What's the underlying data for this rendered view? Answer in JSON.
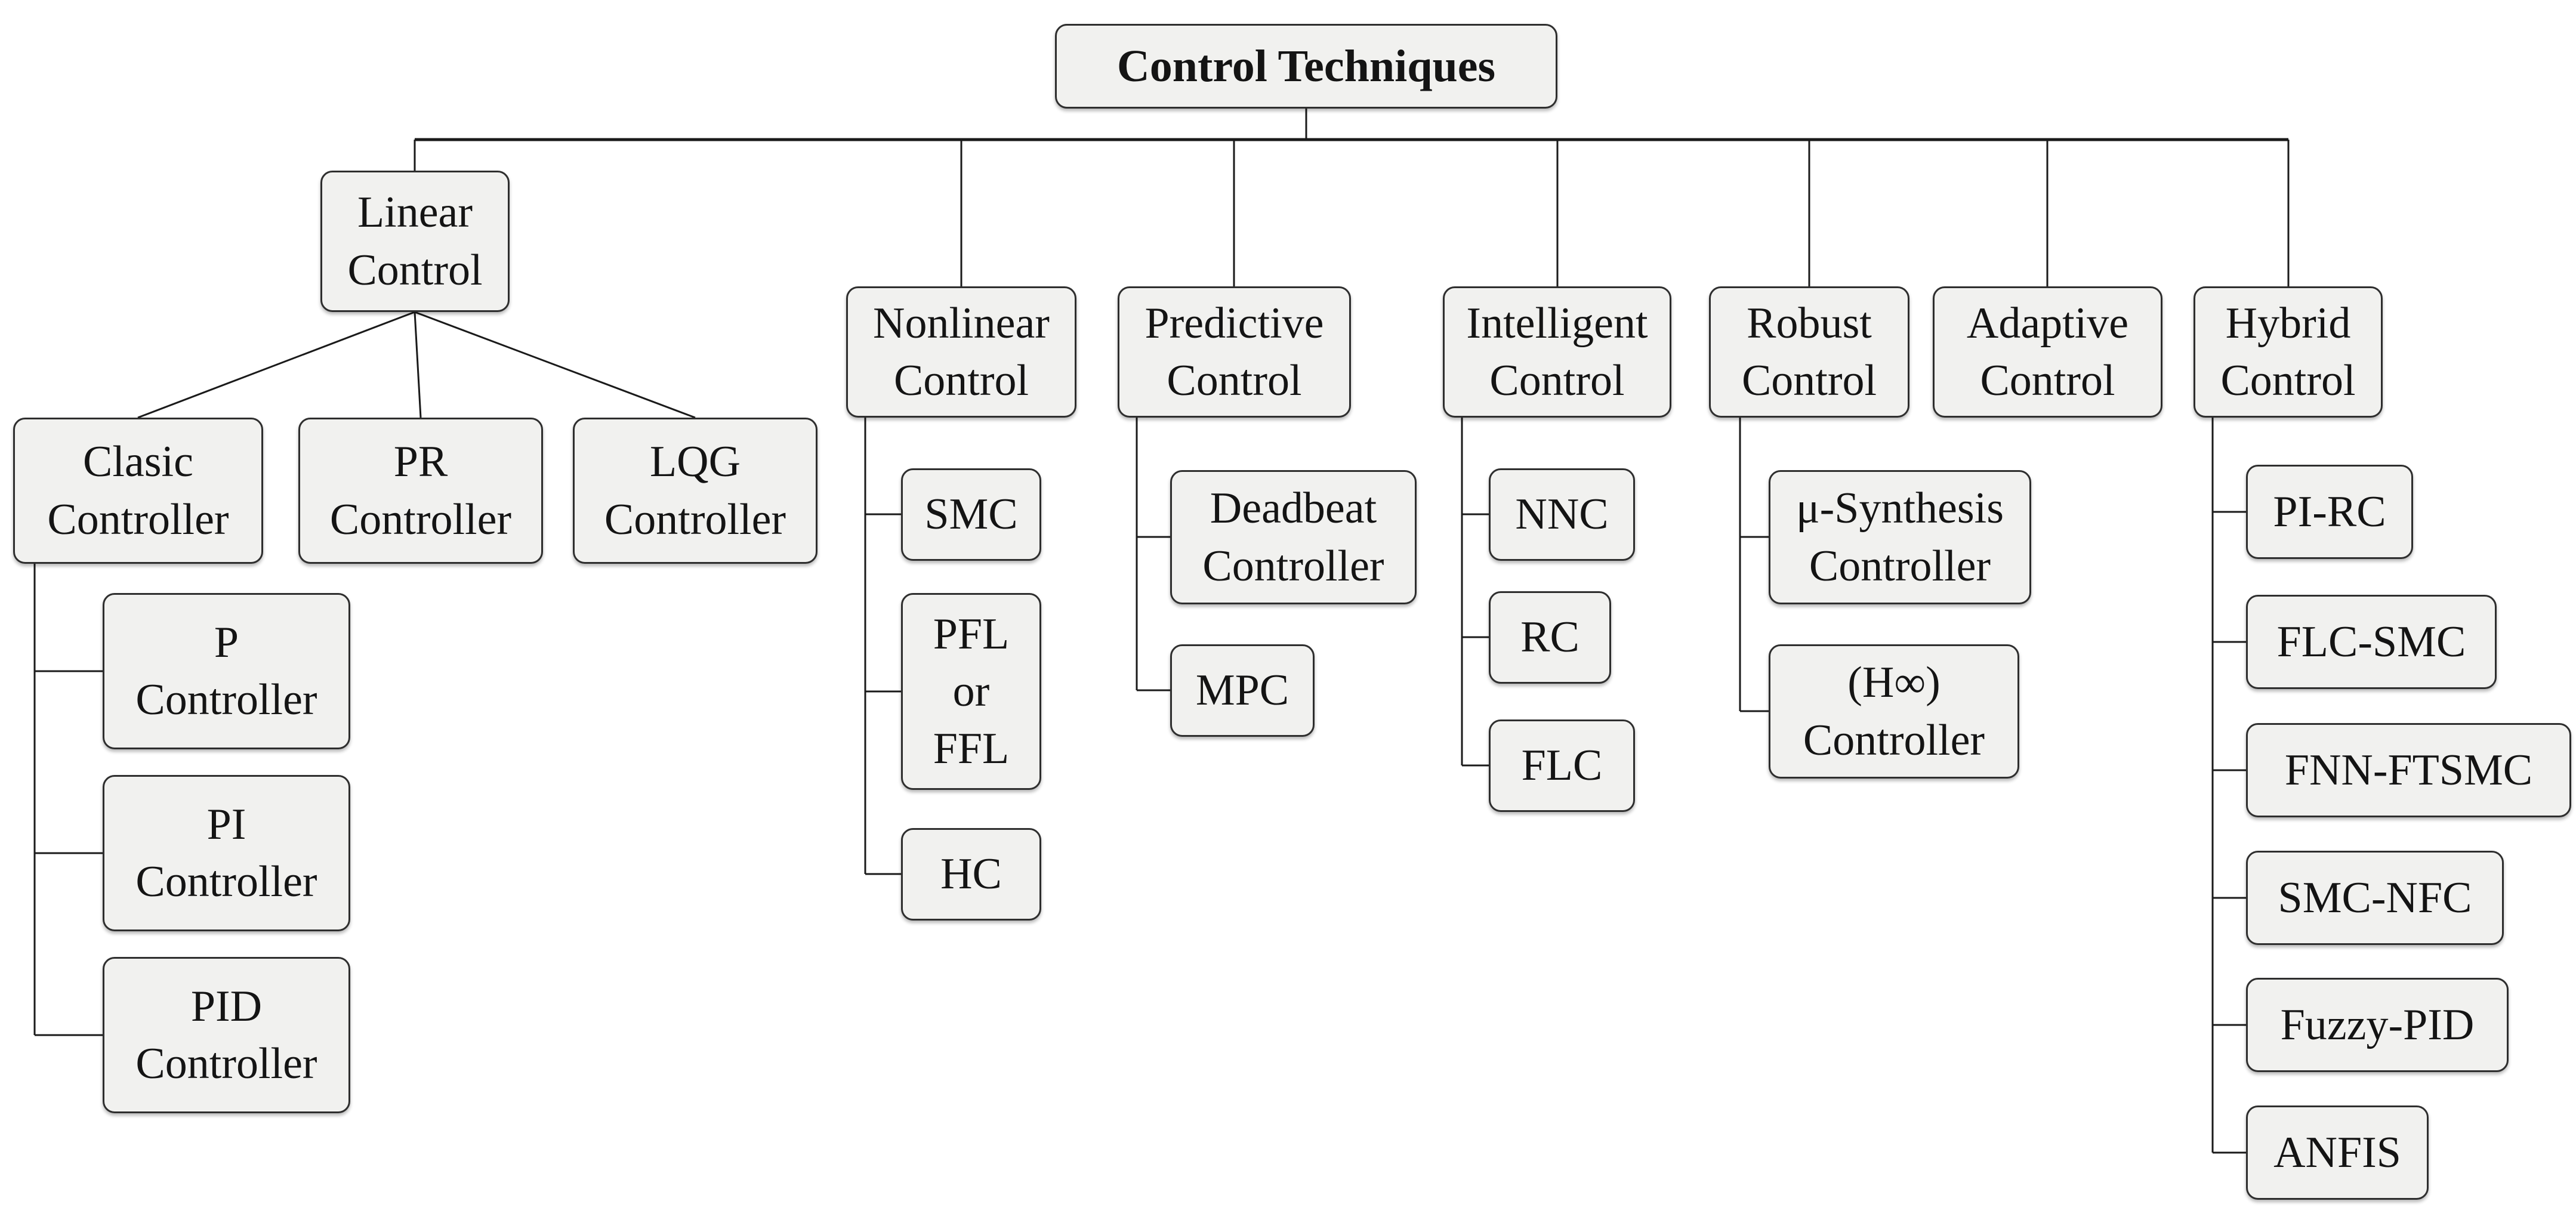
{
  "diagram": {
    "title": "Control Techniques",
    "colors": {
      "background": "#ffffff",
      "node_fill": "#f1f1ef",
      "node_border": "#2e2e2e",
      "line": "#1a1a1a",
      "text": "#141414"
    },
    "branches": [
      {
        "id": "linear",
        "label": "Linear\nControl",
        "children": [
          {
            "id": "clasic",
            "label": "Clasic\nController",
            "children": [
              {
                "id": "p",
                "label": "P\nController"
              },
              {
                "id": "pi",
                "label": "PI\nController"
              },
              {
                "id": "pid",
                "label": "PID\nController"
              }
            ]
          },
          {
            "id": "pr",
            "label": "PR\nController",
            "children": []
          },
          {
            "id": "lqg",
            "label": "LQG\nController",
            "children": []
          }
        ]
      },
      {
        "id": "nonlinear",
        "label": "Nonlinear\nControl",
        "children": [
          {
            "id": "smc",
            "label": "SMC"
          },
          {
            "id": "pfl",
            "label": "PFL\nor\nFFL"
          },
          {
            "id": "hc",
            "label": "HC"
          }
        ]
      },
      {
        "id": "predictive",
        "label": "Predictive\nControl",
        "children": [
          {
            "id": "deadbeat",
            "label": "Deadbeat\nController"
          },
          {
            "id": "mpc",
            "label": "MPC"
          }
        ]
      },
      {
        "id": "intelligent",
        "label": "Intelligent\nControl",
        "children": [
          {
            "id": "nnc",
            "label": "NNC"
          },
          {
            "id": "rc",
            "label": "RC"
          },
          {
            "id": "flc",
            "label": "FLC"
          }
        ]
      },
      {
        "id": "robust",
        "label": "Robust\nControl",
        "children": [
          {
            "id": "mu-synthesis",
            "label": "μ-Synthesis\nController"
          },
          {
            "id": "h-infinity",
            "label": "(H∞)\nController"
          }
        ]
      },
      {
        "id": "adaptive",
        "label": "Adaptive\nControl",
        "children": []
      },
      {
        "id": "hybrid",
        "label": "Hybrid\nControl",
        "children": [
          {
            "id": "pi-rc",
            "label": "PI-RC"
          },
          {
            "id": "flc-smc",
            "label": "FLC-SMC"
          },
          {
            "id": "fnn-ftsmc",
            "label": "FNN-FTSMC"
          },
          {
            "id": "smc-nfc",
            "label": "SMC-NFC"
          },
          {
            "id": "fuzzy-pid",
            "label": "Fuzzy-PID"
          },
          {
            "id": "anfis",
            "label": "ANFIS"
          }
        ]
      }
    ]
  }
}
